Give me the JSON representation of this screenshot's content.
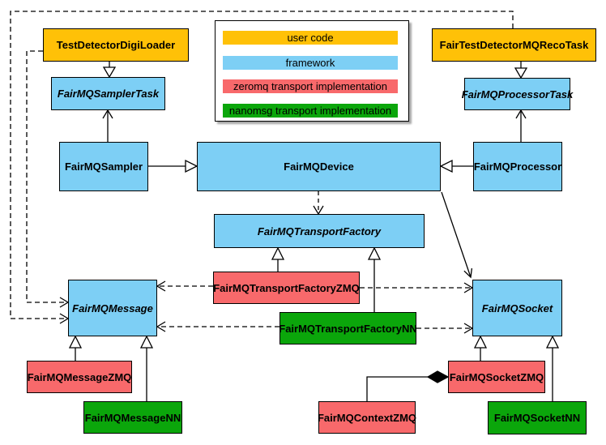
{
  "colors": {
    "user_code": "#FFC107",
    "framework": "#7DCFF5",
    "zeromq": "#F8696B",
    "nanomsg": "#0BA60B",
    "border": "#000000"
  },
  "legend": {
    "items": [
      {
        "key": "user_code",
        "label": "user code"
      },
      {
        "key": "framework",
        "label": "framework"
      },
      {
        "key": "zeromq",
        "label": "zeromq transport implementation"
      },
      {
        "key": "nanomsg",
        "label": "nanomsg transport implementation"
      }
    ]
  },
  "nodes": {
    "test_detector_digi_loader": {
      "label": "TestDetectorDigiLoader",
      "category": "user_code",
      "abstract": false
    },
    "fair_test_detector_mq_reco_task": {
      "label": "FairTestDetectorMQRecoTask",
      "category": "user_code",
      "abstract": false
    },
    "fairmq_sampler_task": {
      "label": "FairMQSamplerTask",
      "category": "framework",
      "abstract": true
    },
    "fairmq_processor_task": {
      "label": "FairMQProcessorTask",
      "category": "framework",
      "abstract": true
    },
    "fairmq_sampler": {
      "label": "FairMQSampler",
      "category": "framework",
      "abstract": false
    },
    "fairmq_device": {
      "label": "FairMQDevice",
      "category": "framework",
      "abstract": false
    },
    "fairmq_processor": {
      "label": "FairMQProcessor",
      "category": "framework",
      "abstract": false
    },
    "fairmq_transport_factory": {
      "label": "FairMQTransportFactory",
      "category": "framework",
      "abstract": true
    },
    "fairmq_transport_factory_zmq": {
      "label": "FairMQTransportFactoryZMQ",
      "category": "zeromq",
      "abstract": false
    },
    "fairmq_transport_factory_nn": {
      "label": "FairMQTransportFactoryNN",
      "category": "nanomsg",
      "abstract": false
    },
    "fairmq_message": {
      "label": "FairMQMessage",
      "category": "framework",
      "abstract": true
    },
    "fairmq_socket": {
      "label": "FairMQSocket",
      "category": "framework",
      "abstract": true
    },
    "fairmq_message_zmq": {
      "label": "FairMQMessageZMQ",
      "category": "zeromq",
      "abstract": false
    },
    "fairmq_message_nn": {
      "label": "FairMQMessageNN",
      "category": "nanomsg",
      "abstract": false
    },
    "fairmq_socket_zmq": {
      "label": "FairMQSocketZMQ",
      "category": "zeromq",
      "abstract": false
    },
    "fairmq_socket_nn": {
      "label": "FairMQSocketNN",
      "category": "nanomsg",
      "abstract": false
    },
    "fairmq_context_zmq": {
      "label": "FairMQContextZMQ",
      "category": "zeromq",
      "abstract": false
    }
  }
}
